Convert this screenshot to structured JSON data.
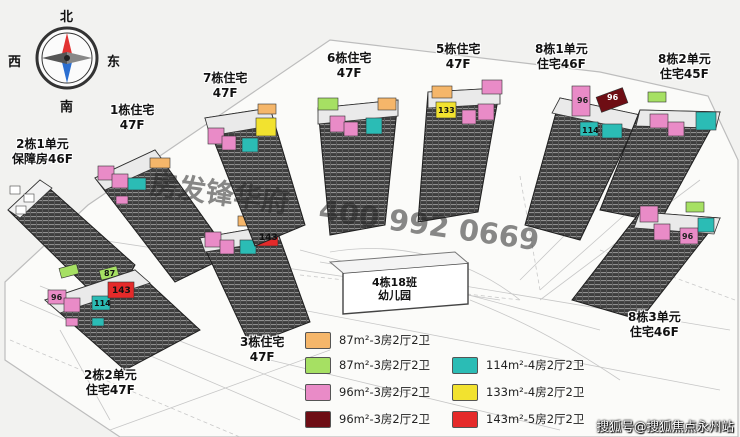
{
  "compass": {
    "north": "北",
    "south": "南",
    "east": "东",
    "west": "西"
  },
  "buildings": [
    {
      "id": "b1",
      "line1": "1栋住宅",
      "line2": "47F"
    },
    {
      "id": "b2-1",
      "line1": "2栋1单元",
      "line2": "保障房46F"
    },
    {
      "id": "b2-2",
      "line1": "2栋2单元",
      "line2": "住宅47F"
    },
    {
      "id": "b3",
      "line1": "3栋住宅",
      "line2": "47F"
    },
    {
      "id": "b5",
      "line1": "5栋住宅",
      "line2": "47F"
    },
    {
      "id": "b6",
      "line1": "6栋住宅",
      "line2": "47F"
    },
    {
      "id": "b7",
      "line1": "7栋住宅",
      "line2": "47F"
    },
    {
      "id": "b8-1",
      "line1": "8栋1单元",
      "line2": "住宅46F"
    },
    {
      "id": "b8-2",
      "line1": "8栋2单元",
      "line2": "住宅45F"
    },
    {
      "id": "b8-3",
      "line1": "8栋3单元",
      "line2": "住宅46F"
    }
  ],
  "kindergarten": {
    "line1": "4栋18班",
    "line2": "幼儿园"
  },
  "unit_tags": [
    "96",
    "114",
    "143",
    "87",
    "133"
  ],
  "legend": [
    {
      "label": "87m²-3房2厅2卫",
      "color": "#f5b66a"
    },
    {
      "label": "87m²-3房2厅2卫",
      "color": "#a6e063"
    },
    {
      "label": "96m²-3房2厅2卫",
      "color": "#e98bc7"
    },
    {
      "label": "96m²-3房2厅2卫",
      "color": "#6e0d14"
    },
    {
      "label": "114m²-4房2厅2卫",
      "color": "#2bbcb5"
    },
    {
      "label": "133m²-4房2厅2卫",
      "color": "#f2e22f"
    },
    {
      "label": "143m²-5房2厅2卫",
      "color": "#e52a2a"
    }
  ],
  "watermark": {
    "text1": "房发锋华府",
    "text2": "400 992 0669"
  },
  "credit": "搜狐号@搜狐焦点永州站"
}
